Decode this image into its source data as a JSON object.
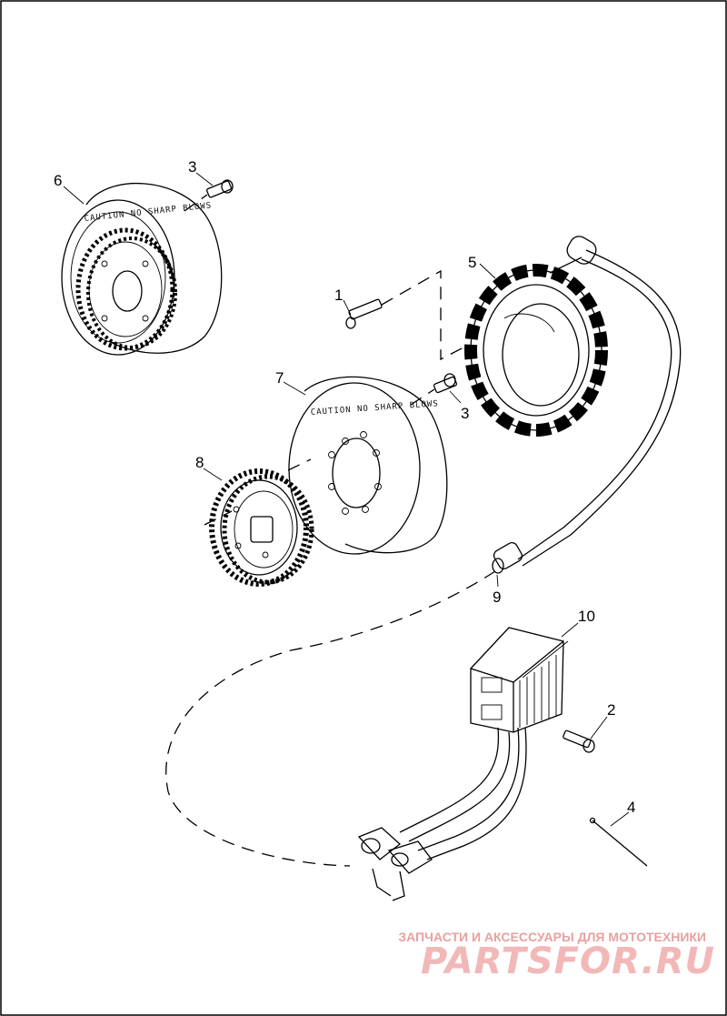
{
  "callouts": [
    {
      "id": "1",
      "label": "1"
    },
    {
      "id": "2",
      "label": "2"
    },
    {
      "id": "3a",
      "label": "3"
    },
    {
      "id": "3b",
      "label": "3"
    },
    {
      "id": "4",
      "label": "4"
    },
    {
      "id": "5",
      "label": "5"
    },
    {
      "id": "6",
      "label": "6"
    },
    {
      "id": "7",
      "label": "7"
    },
    {
      "id": "8",
      "label": "8"
    },
    {
      "id": "9",
      "label": "9"
    },
    {
      "id": "10",
      "label": "10"
    }
  ],
  "drum_text": {
    "rotor_6": "CAUTION NO SHARP BLOWS",
    "rotor_7": "CAUTION NO SHARP BLOWS"
  },
  "watermark": {
    "tagline": "ЗАПЧАСТИ И АКСЕССУАРЫ ДЛЯ МОТОТЕХНИКИ",
    "brand": "PARTSFOR.RU"
  },
  "colors": {
    "line": "#000000",
    "background": "#ffffff",
    "watermark": "#f2b8b8"
  }
}
